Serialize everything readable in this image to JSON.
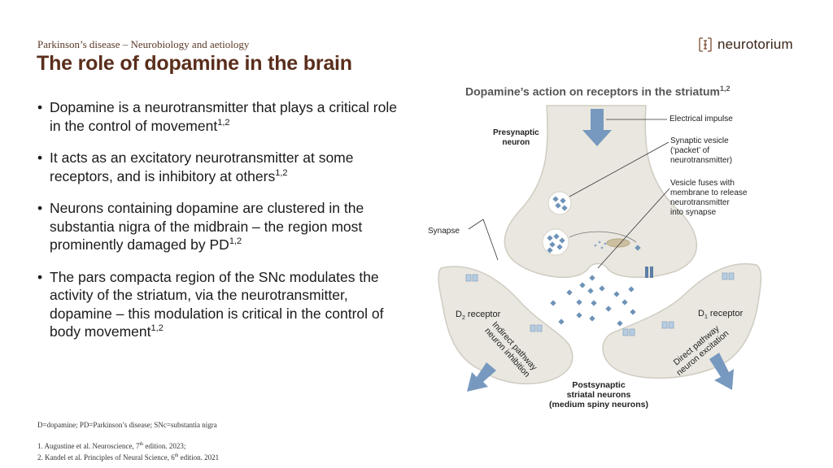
{
  "header": {
    "kicker": "Parkinson’s disease – Neurobiology and aetiology",
    "title": "The role of dopamine in the brain",
    "logo_text": "neurotorium"
  },
  "bullets": [
    {
      "text": "Dopamine is a neurotransmitter that plays a critical role in the control of movement",
      "sup": "1,2"
    },
    {
      "text": "It acts as an excitatory neurotransmitter at some receptors, and is inhibitory at others",
      "sup": "1,2"
    },
    {
      "text": "Neurons containing dopamine are clustered in the substantia nigra of the midbrain – the region most prominently damaged by PD",
      "sup": "1,2"
    },
    {
      "text": "The pars compacta region of the SNc modulates the activity of the striatum, via the neurotransmitter, dopamine – this modulation is critical in the control of body movement",
      "sup": "1,2"
    }
  ],
  "footer": {
    "abbreviations": "D=dopamine; PD=Parkinson’s disease; SNc=substantia nigra",
    "ref1_text": "1. Augustine et al. Neuroscience, 7",
    "ref1_sup": "th",
    "ref1_tail": " edition. 2023;",
    "ref2_text": "2. Kandel et al. Principles of Neural Science, 6",
    "ref2_sup": "th",
    "ref2_tail": " edition. 2021"
  },
  "figure": {
    "title": "Dopamine’s action on receptors in the striatum",
    "title_sup": "1,2",
    "presynaptic_line1": "Presynaptic",
    "presynaptic_line2": "neuron",
    "synapse": "Synapse",
    "electrical_impulse": "Electrical impulse",
    "vesicle_line1": "Synaptic vesicle",
    "vesicle_line2": "(‘packet’ of",
    "vesicle_line3": "neurotransmitter)",
    "fuses_line1": "Vesicle fuses with",
    "fuses_line2": "membrane to release",
    "fuses_line3": "neurotransmitter",
    "fuses_line4": "into synapse",
    "d2_prefix": "D",
    "d2_sub": "2",
    "d2_suffix": " receptor",
    "d1_prefix": "D",
    "d1_sub": "1",
    "d1_suffix": " receptor",
    "indirect_line1": "Indirect pathway",
    "indirect_line2": "neuron inhibition",
    "direct_line1": "Direct pathway",
    "direct_line2": "neuron excitation",
    "post_line1": "Postsynaptic",
    "post_line2": "striatal neurons",
    "post_line3": "(medium spiny neurons)"
  },
  "colors": {
    "title_brown": "#5a2e1c",
    "neuron_fill": "#e9e7df",
    "neuron_stroke": "#cfccc2",
    "dopamine_blue": "#6f93b8",
    "arrow_blue": "#7799bf"
  }
}
